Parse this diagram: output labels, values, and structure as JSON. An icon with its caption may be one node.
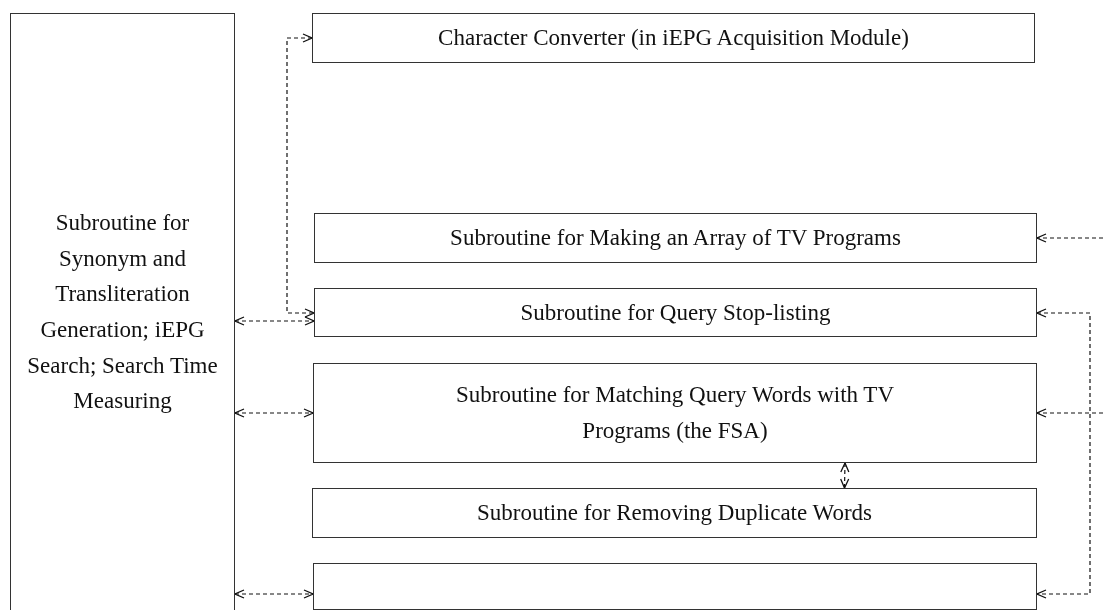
{
  "diagram": {
    "nodes": [
      {
        "text": [
          "Subroutine for Synonym and Transliteration Generation; iEPG Search; Search Time Measuring"
        ]
      },
      {
        "text": [
          "Character Converter (in iEPG Acquisition Module)"
        ]
      },
      {
        "text": [
          "Subroutine for Making an Array of TV Programs"
        ]
      },
      {
        "text": [
          "Subroutine for Query Stop-listing"
        ]
      },
      {
        "text": [
          "Subroutine for Matching Query Words with TV Programs (the FSA)"
        ]
      },
      {
        "text": [
          "Subroutine for Removing Duplicate Words"
        ]
      },
      {
        "text": [],
        "shape": "box"
      }
    ],
    "edges": [
      {
        "from": 0,
        "to": 3,
        "arrow": "both",
        "style": "dashed"
      },
      {
        "from": 1,
        "to": 3,
        "arrow": "both",
        "style": "dashed"
      },
      {
        "from": 0,
        "to": 4,
        "arrow": "both",
        "style": "dashed"
      },
      {
        "from": 4,
        "to": 5,
        "arrow": "both",
        "style": "dashed"
      },
      {
        "from": 0,
        "to": 6,
        "arrow": "both",
        "style": "dashed"
      },
      {
        "from": null,
        "to": 2,
        "arrow": "to",
        "style": "dashed"
      },
      {
        "from": null,
        "to": 4,
        "arrow": "to",
        "style": "dashed"
      },
      {
        "from": 3,
        "to": 6,
        "arrow": "both",
        "style": "dashed"
      }
    ]
  }
}
